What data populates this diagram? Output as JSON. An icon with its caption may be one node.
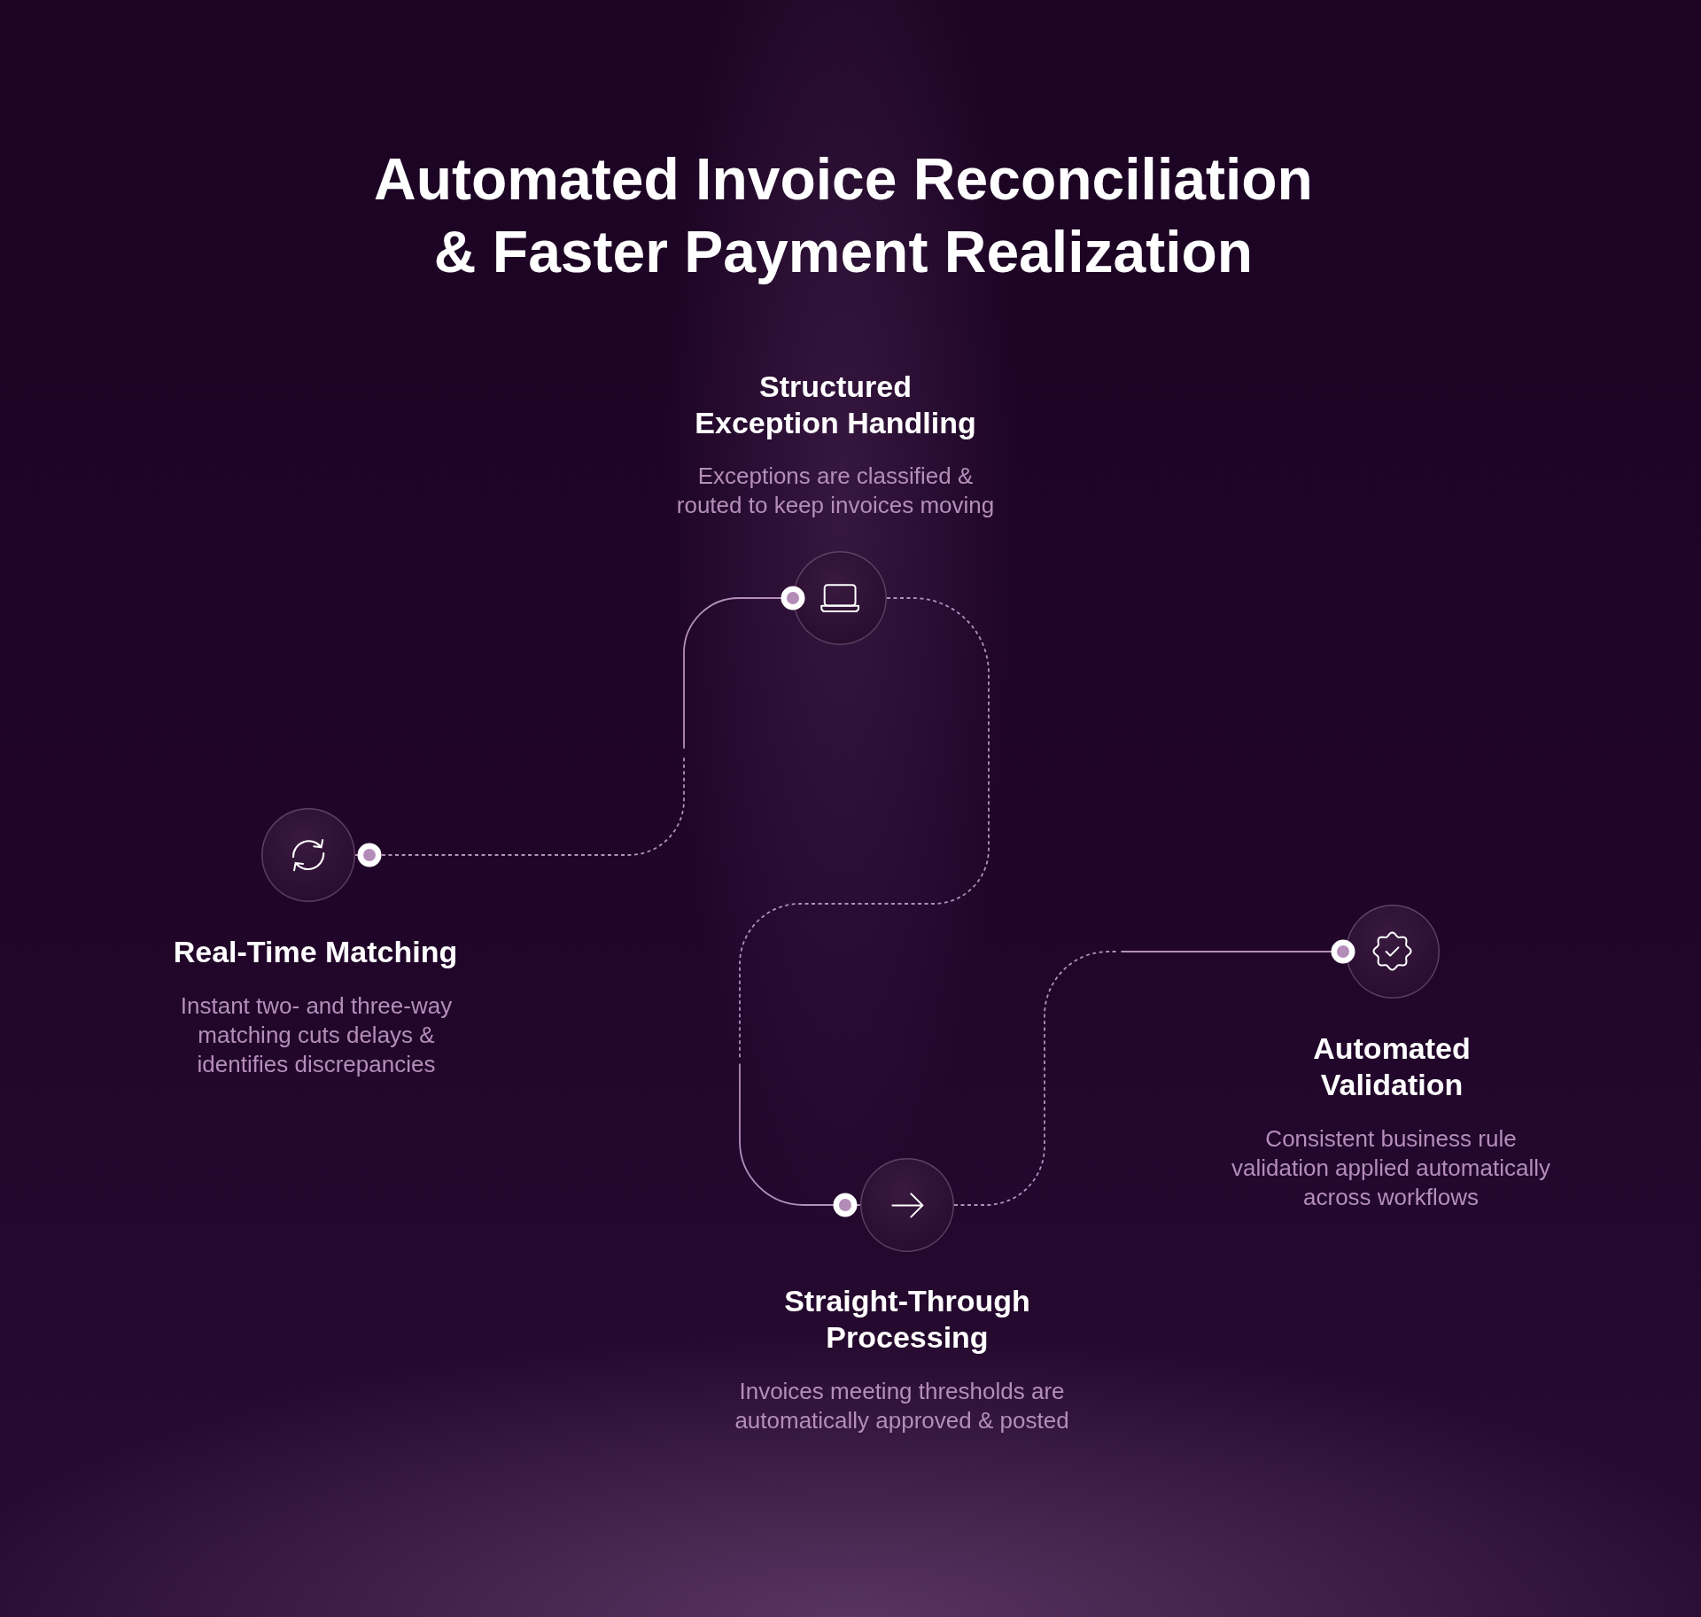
{
  "diagram": {
    "title": "Automated Invoice Reconciliation & Faster Payment Realization",
    "nodes": [
      {
        "text": [
          "Real-Time Matching",
          "Instant two- and three-way matching cuts delays & identifies discrepancies"
        ]
      },
      {
        "text": [
          "Structured Exception Handling",
          "Exceptions are classified & routed to keep invoices moving"
        ]
      },
      {
        "text": [
          "Straight-Through Processing",
          "Invoices meeting thresholds are automatically approved & posted"
        ]
      },
      {
        "text": [
          "Automated Validation",
          "Consistent business rule validation applied automatically across workflows"
        ]
      }
    ],
    "edges": [
      {
        "from": 0,
        "to": 1,
        "arrow": "other"
      },
      {
        "from": 1,
        "to": 2,
        "arrow": "other"
      },
      {
        "from": 2,
        "to": 3,
        "arrow": "other"
      }
    ]
  }
}
